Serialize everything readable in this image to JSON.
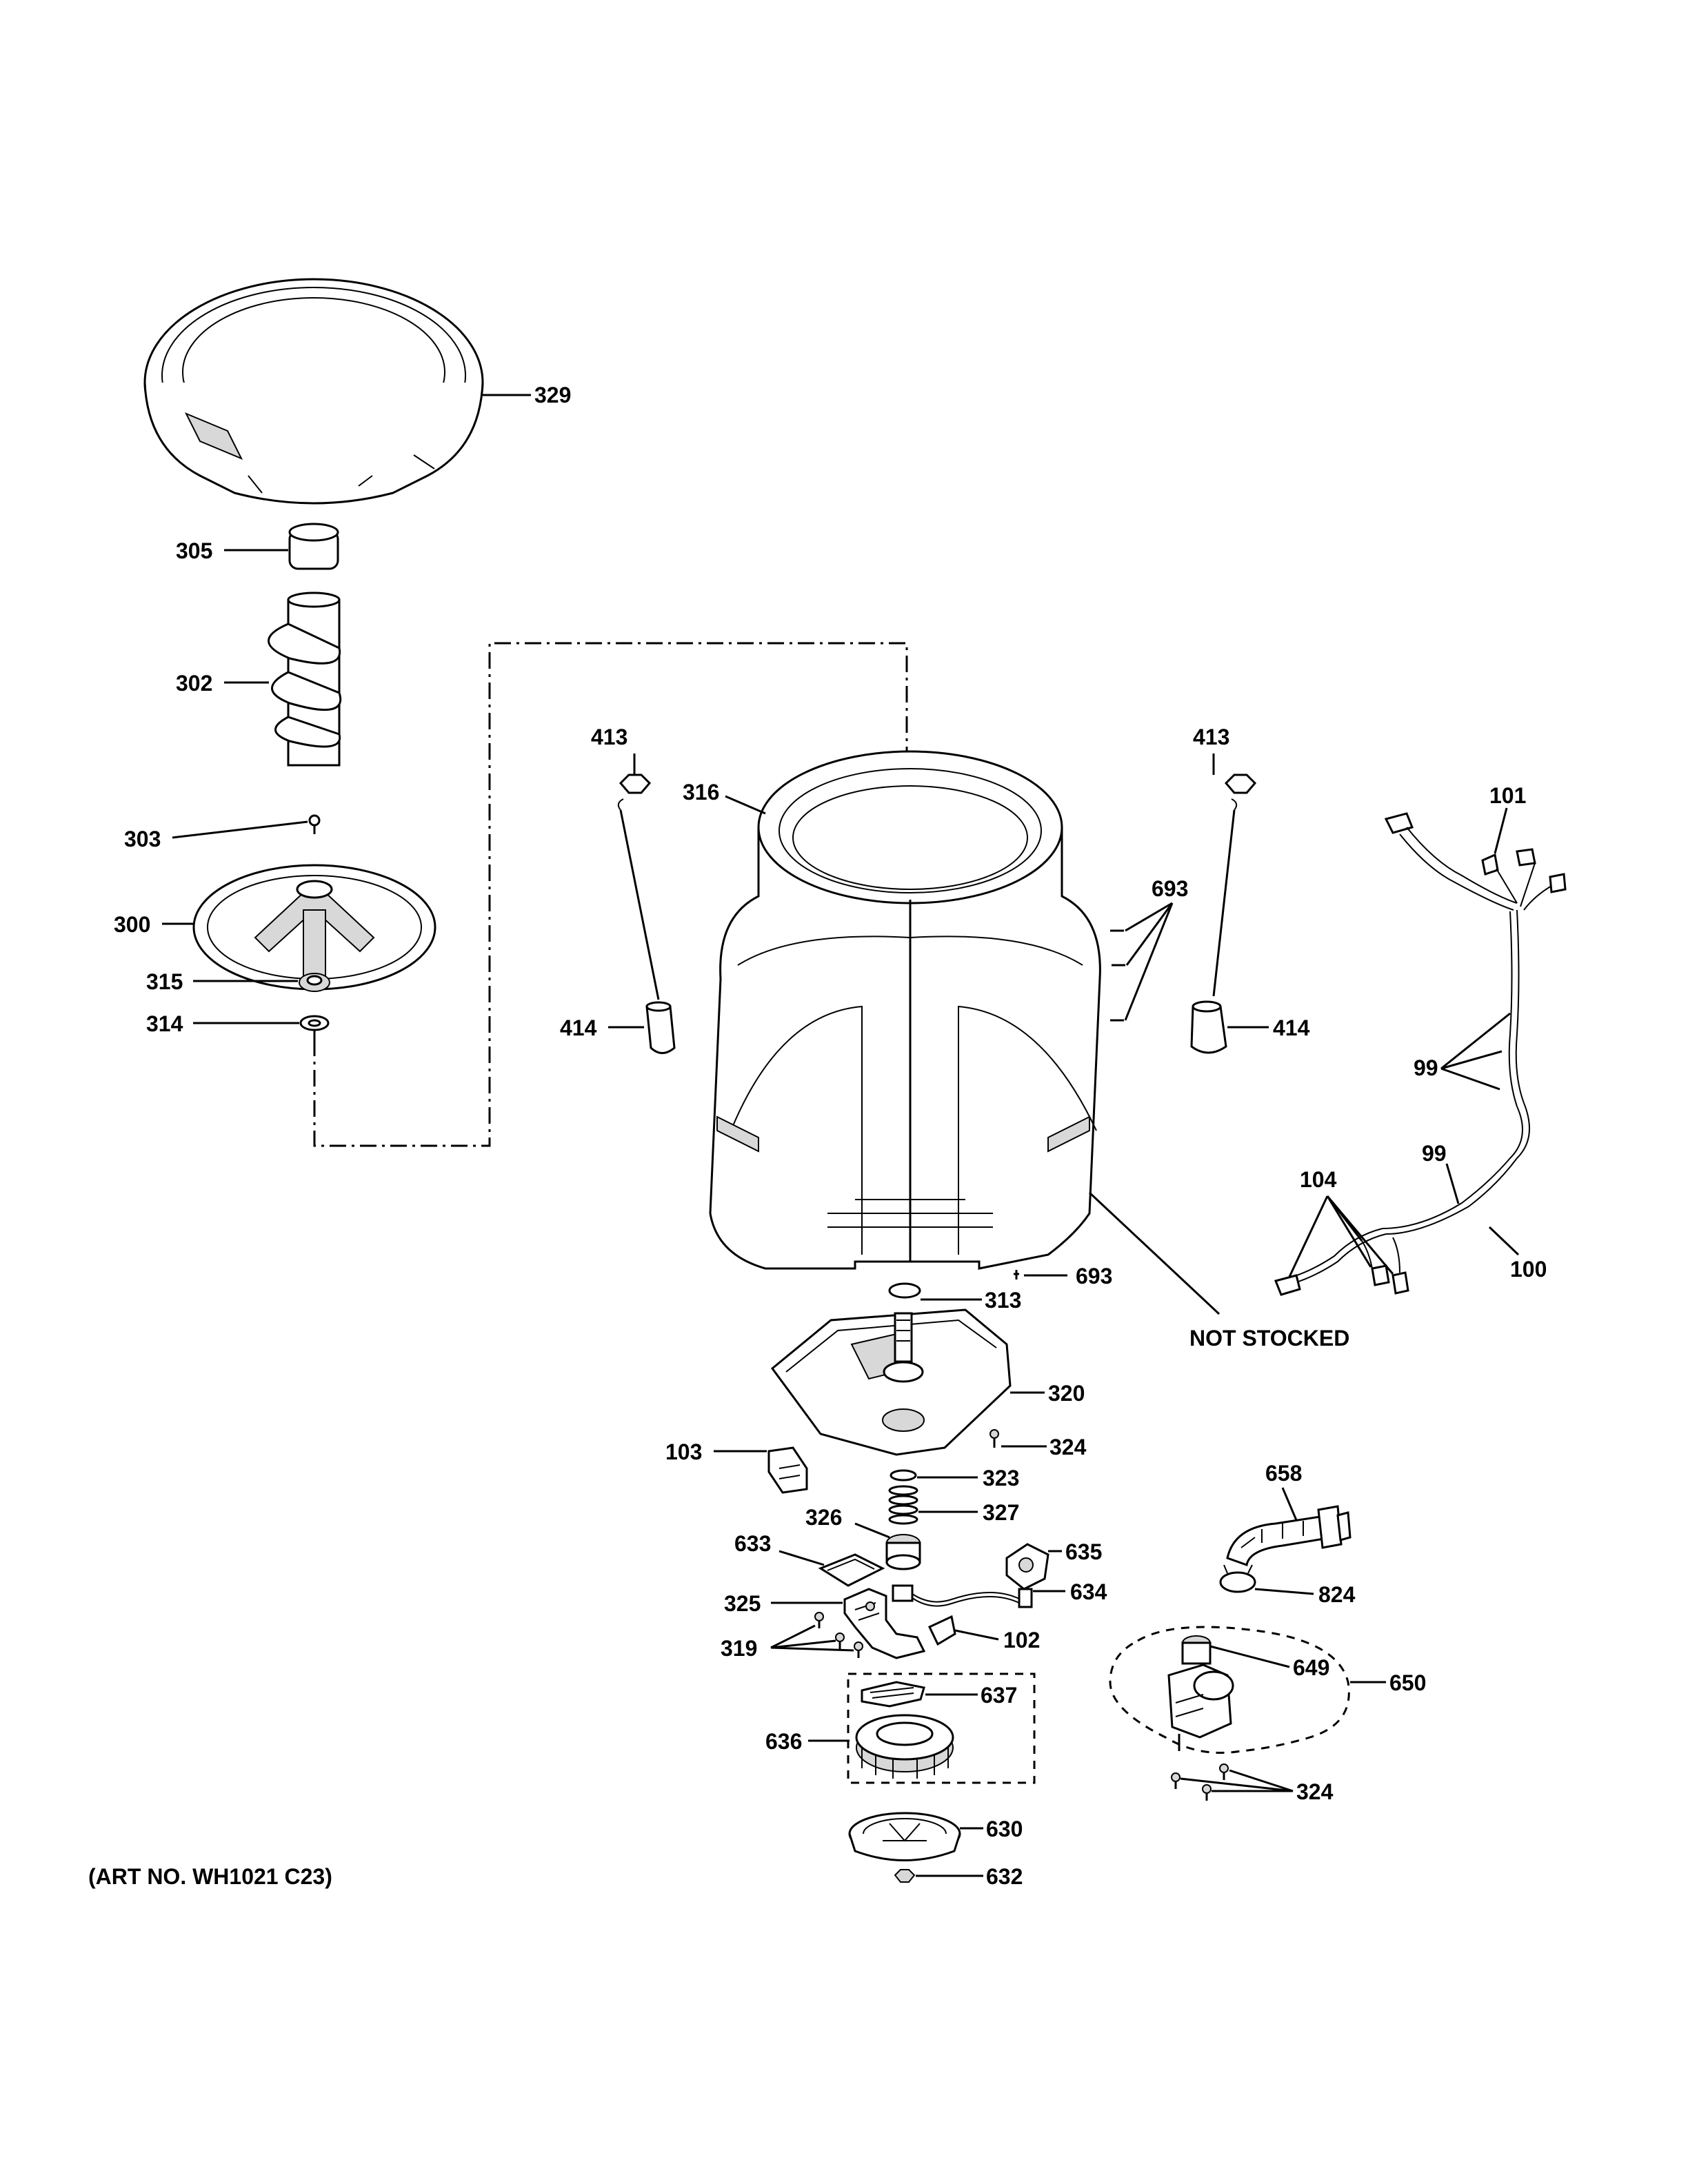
{
  "labels": {
    "l329": "329",
    "l305": "305",
    "l302": "302",
    "l303": "303",
    "l300": "300",
    "l315": "315",
    "l314": "314",
    "l413a": "413",
    "l413b": "413",
    "l316": "316",
    "l693a": "693",
    "l693b": "693",
    "l414a": "414",
    "l414b": "414",
    "l101": "101",
    "l99a": "99",
    "l99b": "99",
    "l104": "104",
    "l100": "100",
    "l313": "313",
    "l320": "320",
    "l324a": "324",
    "l103": "103",
    "l323": "323",
    "l327": "327",
    "l326": "326",
    "l635": "635",
    "l633": "633",
    "l634": "634",
    "l325": "325",
    "l319": "319",
    "l102": "102",
    "l637": "637",
    "l636": "636",
    "l630": "630",
    "l632": "632",
    "l658": "658",
    "l824": "824",
    "l649": "649",
    "l650": "650",
    "l324b": "324"
  },
  "notes": {
    "not_stocked": "NOT STOCKED",
    "art_no": "(ART NO. WH1021 C23)"
  }
}
